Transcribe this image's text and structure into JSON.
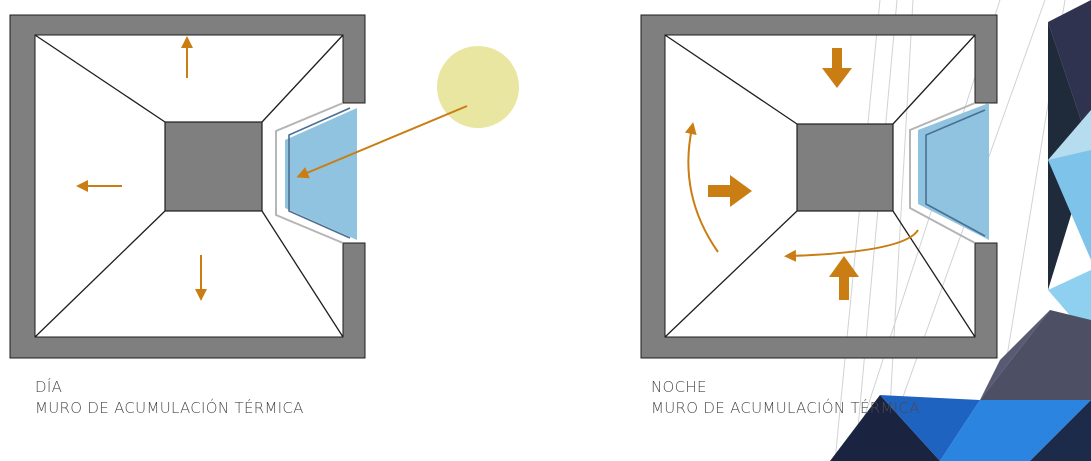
{
  "panels": [
    {
      "id": "day",
      "caption_line1": "DÍA",
      "caption_line2": "MURO DE ACUMULACIÓN TÉRMICA"
    },
    {
      "id": "night",
      "caption_line1": "NOCHE",
      "caption_line2": "MURO DE ACUMULACIÓN TÉRMICA"
    }
  ],
  "colors": {
    "wall": "#7f7f80",
    "glass": "#8fc3df",
    "glass_line": "#4a6f93",
    "sun": "#e9e6a2",
    "arrow": "#c97d12",
    "stroke": "#1e1e1e"
  }
}
